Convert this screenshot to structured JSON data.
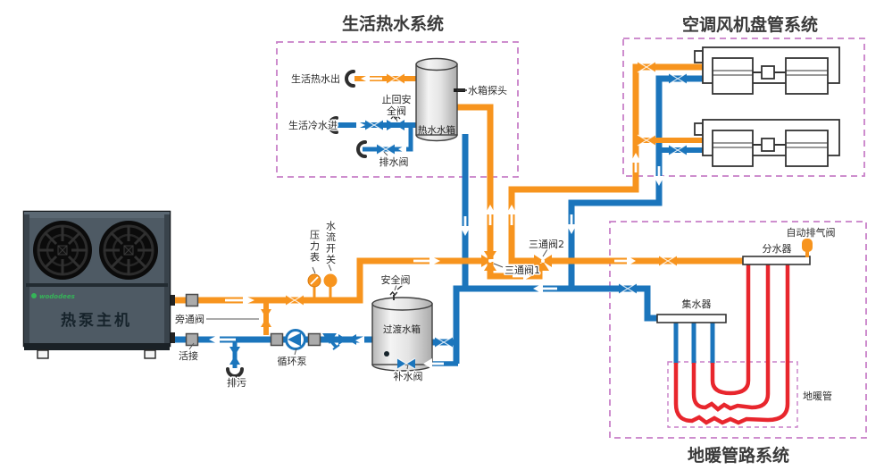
{
  "titles": {
    "dhw": "生活热水系统",
    "fancoil": "空调风机盘管系统",
    "floor": "地暖管路系统"
  },
  "heat_pump": {
    "name": "热泵主机",
    "brand": "wododees"
  },
  "labels": {
    "dhw_out": "生活热水出",
    "check_safety_1": "止回安",
    "check_safety_2": "全阀",
    "dhw_in": "生活冷水进",
    "drain_valve": "排水阀",
    "dhw_tank": "热水水箱",
    "tank_probe": "水箱探头",
    "pressure_gauge": "压力表",
    "flow_switch": "水流开关",
    "bypass_valve": "旁通阀",
    "union": "活接",
    "circulation_pump": "循环泵",
    "blowdown": "排污",
    "safety_valve": "安全阀",
    "buffer_tank": "过渡水箱",
    "makeup_valve": "补水阀",
    "three_way_1": "三通阀1",
    "three_way_2": "三通阀2",
    "distributor": "分水器",
    "auto_vent": "自动排气阀",
    "collector": "集水器",
    "floor_pipe": "地暖管"
  },
  "colors": {
    "supply_orange": "#F7941E",
    "return_blue": "#1B75BC",
    "floor_red": "#E8262D",
    "boundary_purple": "#C87FC8"
  }
}
